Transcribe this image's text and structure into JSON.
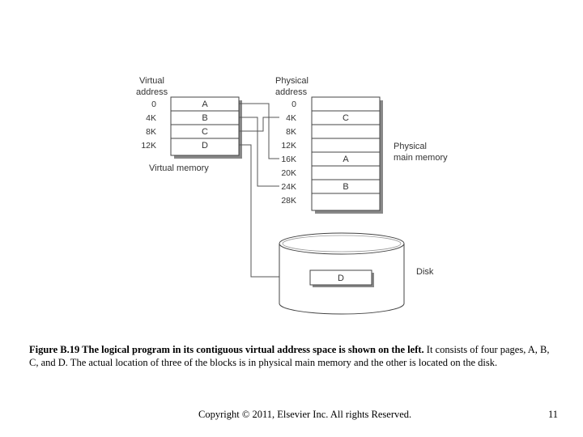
{
  "virtual": {
    "header_line1": "Virtual",
    "header_line2": "address",
    "addresses": [
      "0",
      "4K",
      "8K",
      "12K"
    ],
    "pages": [
      "A",
      "B",
      "C",
      "D"
    ],
    "label": "Virtual memory"
  },
  "physical": {
    "header_line1": "Physical",
    "header_line2": "address",
    "addresses": [
      "0",
      "4K",
      "8K",
      "12K",
      "16K",
      "20K",
      "24K",
      "28K"
    ],
    "frames": [
      "",
      "C",
      "",
      "",
      "A",
      "",
      "B",
      ""
    ],
    "label_line1": "Physical",
    "label_line2": "main memory"
  },
  "disk": {
    "label": "Disk",
    "page": "D"
  },
  "caption": {
    "bold": "Figure B.19 The logical program in its contiguous virtual address space is shown on the left.",
    "rest": " It consists of four pages, A, B, C, and D. The actual location of three of the blocks is in physical main memory and the other is located on the disk."
  },
  "footer": {
    "copyright": "Copyright © 2011, Elsevier Inc. All rights Reserved.",
    "page_number": "11"
  },
  "colors": {
    "line": "#555555",
    "box_border": "#444444",
    "shadow": "#888888",
    "text": "#333333"
  }
}
